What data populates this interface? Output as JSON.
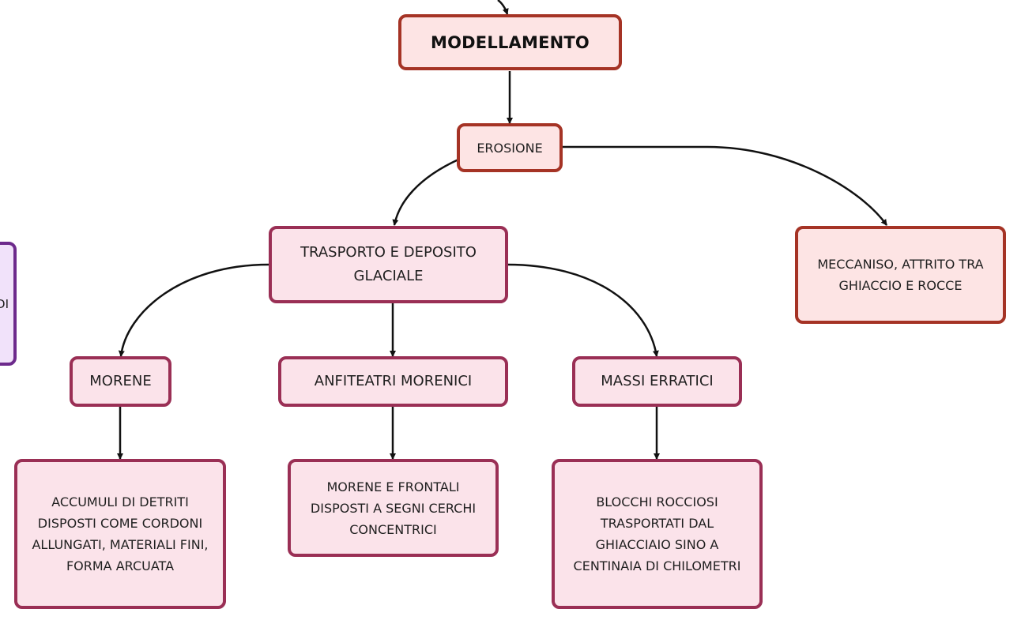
{
  "nodes": {
    "modellamento": "MODELLAMENTO",
    "erosione": "EROSIONE",
    "trasporto": "TRASPORTO E DEPOSITO GLACIALE",
    "meccanismo": "MECCANISO, ATTRITO TRA GHIACCIO E ROCCE",
    "morene": "MORENE",
    "anfiteatri": "ANFITEATRI MORENICI",
    "massi": "MASSI ERRATICI",
    "accumuli": "ACCUMULI DI DETRITI DISPOSTI COME CORDONI ALLUNGATI, MATERIALI FINI, FORMA ARCUATA",
    "morene_frontali": "MORENE E FRONTALI DISPOSTI A SEGNI CERCHI CONCENTRICI",
    "blocchi": "BLOCCHI ROCCIOSI TRASPORTATI DAL GHIACCIAIO SINO A CENTINAIA DI CHILOMETRI",
    "offscreen_left": "DI"
  },
  "colors": {
    "red_border": "#a53325",
    "red_fill": "#fde4e4",
    "pink_border": "#9a2f55",
    "pink_fill": "#fbe3ea",
    "purple_border": "#6d2a8c",
    "purple_fill": "#f1e2fa",
    "edge": "#111111"
  }
}
